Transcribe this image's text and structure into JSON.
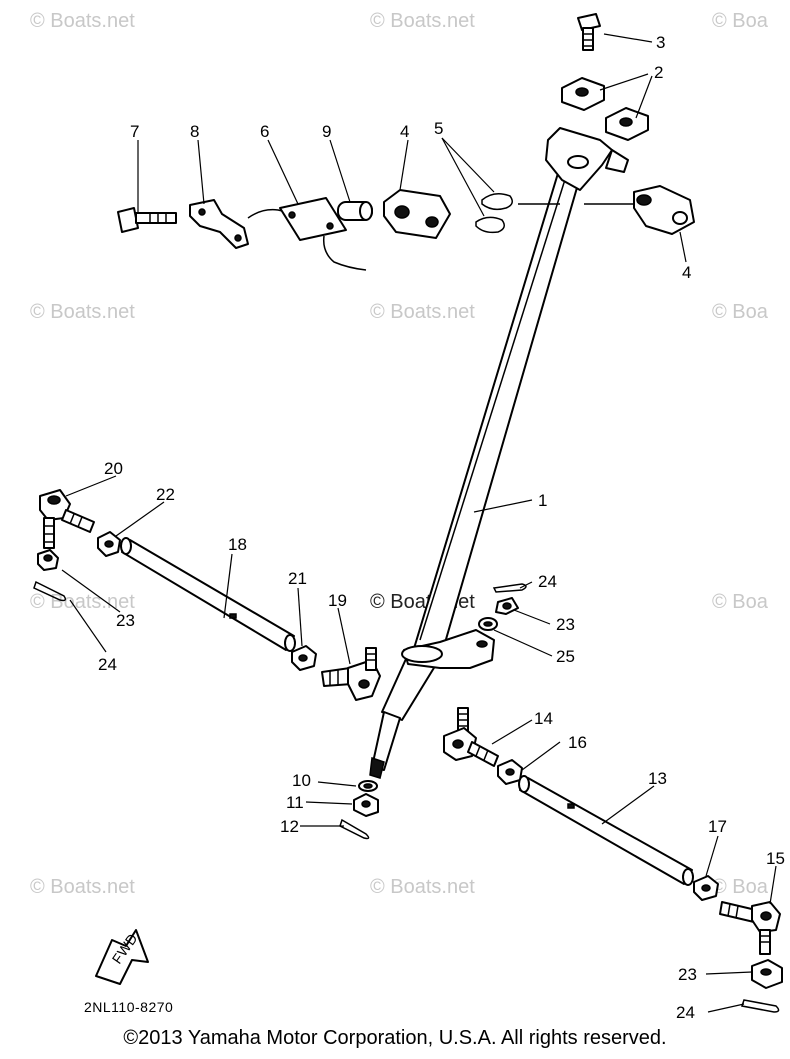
{
  "watermark": "© Boats.net",
  "watermark_partial": "© Boa",
  "callouts": {
    "c1": "1",
    "c2": "2",
    "c3": "3",
    "c4a": "4",
    "c4b": "4",
    "c5": "5",
    "c6": "6",
    "c7": "7",
    "c8": "8",
    "c9": "9",
    "c10": "10",
    "c11": "11",
    "c12": "12",
    "c13": "13",
    "c14": "14",
    "c15": "15",
    "c16": "16",
    "c17": "17",
    "c18": "18",
    "c19": "19",
    "c20": "20",
    "c21": "21",
    "c22": "22",
    "c23a": "23",
    "c23b": "23",
    "c23c": "23",
    "c24a": "24",
    "c24b": "24",
    "c24c": "24",
    "c25": "25"
  },
  "fwd_label": "FWD",
  "drawing_ref": "2NL110-8270",
  "copyright": "©2013 Yamaha Motor Corporation, U.S.A. All rights reserved."
}
